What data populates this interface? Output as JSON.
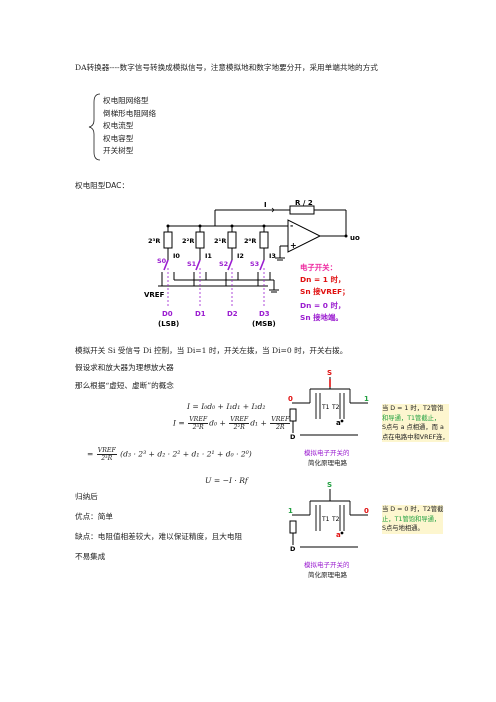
{
  "intro": "DA转换器----数字信号转换成模拟信号，注意模拟地和数字地要分开，采用单端共地的方式",
  "types": [
    "权电阻网络型",
    "倒梯形电阻网络",
    "权电流型",
    "权电容型",
    "开关树型"
  ],
  "section_title": "权电阻型DAC：",
  "circuit": {
    "feedback_resistor": "R / 2",
    "current_i": "I",
    "out": "uo",
    "resistors": [
      "2³R",
      "2²R",
      "2¹R",
      "2⁰R"
    ],
    "currents": [
      "I0",
      "I1",
      "I2",
      "I3"
    ],
    "switches": [
      "S0",
      "S1",
      "S2",
      "S3"
    ],
    "vref": "VREF",
    "bits": [
      "D0",
      "D1",
      "D2",
      "D3"
    ],
    "lsb": "(LSB)",
    "msb": "(MSB)",
    "annotation": [
      "电子开关：",
      "Dn = 1 时，",
      "Sn 接VREF；",
      "Dn = 0 时，",
      "Sn 接地端。"
    ]
  },
  "para1": "模拟开关 Si 受信号 Di 控制，当 Di=1 时，开关左拨，当 Di=0 时，开关右拨。",
  "para2": "假设求和放大器为理想放大器",
  "para3": "那么根据“虚短、虚断”的概念",
  "equations": {
    "eq1": "I = I₀d₀ + I₁d₁ + I₂d₂",
    "eq2_lhs": "I =",
    "eq2_terms": [
      {
        "num": "VREF",
        "den": "2³R",
        "var": "d₀"
      },
      {
        "num": "VREF",
        "den": "2²R",
        "var": "d₁"
      },
      {
        "num": "VREF",
        "den": "2R",
        "var": ""
      }
    ],
    "eq3_lhs": "=",
    "eq3_frac": {
      "num": "VREF",
      "den": "2³R"
    },
    "eq3_rest": "(d₃ · 2³ + d₂ · 2² + d₁ · 2¹ + d₀ · 2⁰)",
    "eq4": "U = −I · Rf"
  },
  "switch1": {
    "caption": [
      "模拟电子开关的",
      "简化原理电路"
    ],
    "labels": {
      "s": "S",
      "zero": "0",
      "one": "1",
      "a": "a",
      "d": "D",
      "t1": "T1",
      "t2": "T2"
    },
    "note": [
      "当 D = 1 时，T2管饱",
      "和导通，T1管截止，",
      "S点与 a 点相通，而 a",
      "点在电路中和VREF连，"
    ]
  },
  "switch2": {
    "caption": [
      "模拟电子开关的",
      "简化原理电路"
    ],
    "labels": {
      "s": "S",
      "zero": "0",
      "one": "1",
      "a": "a",
      "d": "D",
      "t1": "T1",
      "t2": "T2"
    },
    "note": [
      "当 D = 0 时，T2管截",
      "止，T1管饱和导通，",
      "S点与地相通。"
    ]
  },
  "summary_title": "归纳后",
  "pros": "优点：简单",
  "cons": "缺点：电阻值相差较大，难以保证精度，且大电阻",
  "cons2": "不易集成",
  "colors": {
    "red": "#e01010",
    "green": "#20a040",
    "purple": "#9b1dd0",
    "note_bg": "#fdf6cf"
  }
}
